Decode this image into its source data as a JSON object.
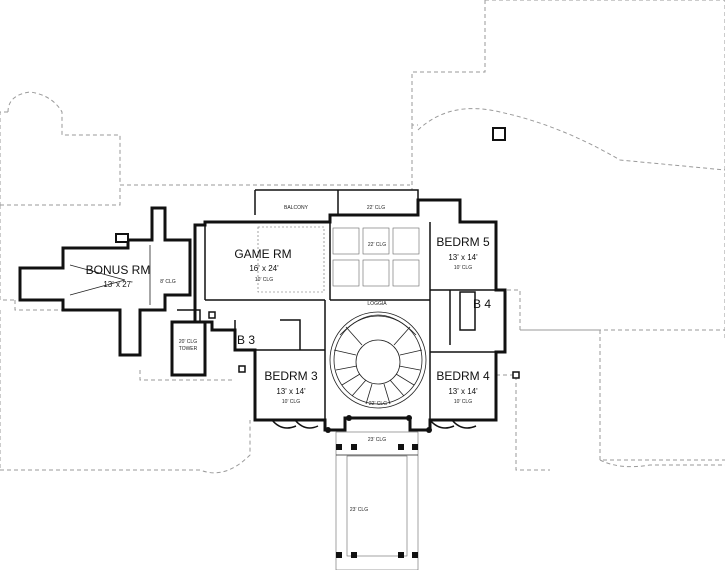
{
  "rooms": {
    "bonus": {
      "name": "BONUS RM",
      "dim": "13' x 27'"
    },
    "game": {
      "name": "GAME RM",
      "dim": "16' x 24'",
      "clg": "10' CLG"
    },
    "bedrm5": {
      "name": "BEDRM 5",
      "dim": "13' x 14'",
      "clg": "10' CLG"
    },
    "bedrm4": {
      "name": "BEDRM 4",
      "dim": "13' x 14'",
      "clg": "10' CLG"
    },
    "bedrm3": {
      "name": "BEDRM 3",
      "dim": "13' x 14'",
      "clg": "10' CLG"
    },
    "b3": {
      "name": "B 3"
    },
    "b4": {
      "name": "B 4"
    },
    "loggia": {
      "name": "LOGGIA"
    },
    "balcony": {
      "name": "BALCONY"
    },
    "tower": {
      "clg": "20' CLG",
      "name": "TOWER"
    }
  },
  "ceilings": {
    "bonus_side": "8' CLG",
    "balcony_clg": "22' CLG",
    "coffer_clg": "22' CLG",
    "stair_clg": "22' CLG",
    "porch_clg": "23' CLG",
    "walk_clg": "23' CLG"
  }
}
